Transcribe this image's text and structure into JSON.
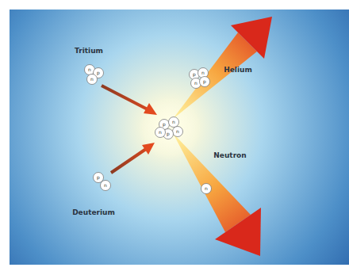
{
  "diagram": {
    "labels": [
      "Tritium",
      "n",
      "p",
      "n",
      "Helium",
      "p",
      "n",
      "n",
      "p",
      "p",
      "n",
      "n",
      "p",
      "n",
      "Deuterium",
      "p",
      "n",
      "Neutron",
      "n"
    ]
  }
}
